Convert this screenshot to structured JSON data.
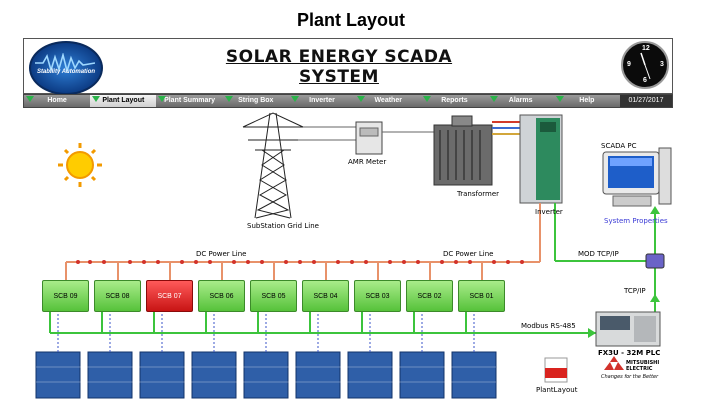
{
  "page_title": "Plant Layout",
  "header": {
    "app_title": "SOLAR ENERGY SCADA  SYSTEM",
    "logo_text": "Stability Automation",
    "clock_numbers": [
      "12",
      "3",
      "6",
      "9"
    ]
  },
  "nav": {
    "items": [
      "Home",
      "Plant Layout",
      "Plant Summary",
      "String Box",
      "Inverter",
      "Weather",
      "Reports",
      "Alarms",
      "Help"
    ],
    "active": "Plant Layout",
    "date": "01/27/2017"
  },
  "diagram": {
    "substation_label": "SubStation Grid Line",
    "amr_label": "AMR Meter",
    "transformer_label": "Transformer",
    "inverter_label": "Inverter",
    "scada_pc_label": "SCADA PC",
    "system_properties_label": "System Properties",
    "dc_power_line_left": "DC Power Line",
    "dc_power_line_right": "DC Power Line",
    "mod_tcpip_label": "MOD TCP/IP",
    "tcpip_label": "TCP/IP",
    "modbus_label": "Modbus RS-485",
    "plc_label": "FX3U - 32M PLC",
    "mitsubishi_brand": "MITSUBISHI ELECTRIC",
    "mitsubishi_slogan": "Changes for the Better",
    "pdf_label": "PlantLayout"
  },
  "string_boxes": [
    {
      "label": "SCB 09",
      "status": "normal"
    },
    {
      "label": "SCB 08",
      "status": "normal"
    },
    {
      "label": "SCB 07",
      "status": "alarm"
    },
    {
      "label": "SCB 06",
      "status": "normal"
    },
    {
      "label": "SCB 05",
      "status": "normal"
    },
    {
      "label": "SCB 04",
      "status": "normal"
    },
    {
      "label": "SCB 03",
      "status": "normal"
    },
    {
      "label": "SCB 02",
      "status": "normal"
    },
    {
      "label": "SCB 01",
      "status": "normal"
    }
  ],
  "colors": {
    "scb_normal": "#56c23a",
    "scb_alarm": "#c81414",
    "dc_line": "#e8926a",
    "modbus_line": "#3cc43c",
    "panel_blue": "#2f5fa8"
  },
  "icons": [
    "sun-icon",
    "clock-icon",
    "pdf-icon",
    "transmission-tower-icon",
    "amr-meter-icon",
    "transformer-icon",
    "inverter-icon",
    "scada-pc-icon",
    "switch-icon",
    "plc-icon",
    "solar-panel-icon"
  ]
}
